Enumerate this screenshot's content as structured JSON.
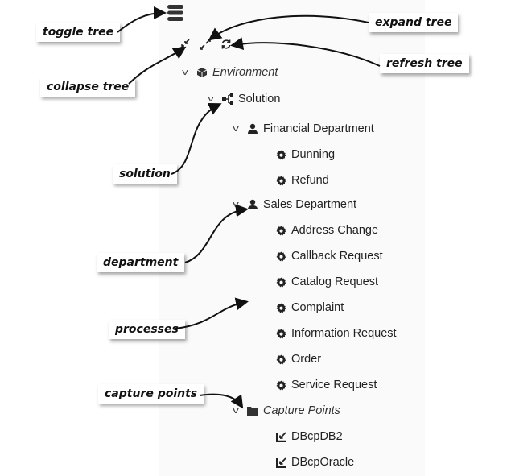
{
  "toolbar": {
    "toggle": "toggle-tree",
    "collapse": "collapse-tree",
    "expand": "expand-tree",
    "refresh": "refresh-tree"
  },
  "callouts": {
    "toggle_tree": "toggle tree",
    "collapse_tree": "collapse tree",
    "expand_tree": "expand tree",
    "refresh_tree": "refresh tree",
    "solution": "solution",
    "department": "department",
    "processes": "processes",
    "capture_points": "capture points"
  },
  "tree": {
    "environment": "Environment",
    "solution": "Solution",
    "financial": {
      "label": "Financial Department",
      "processes": [
        "Dunning",
        "Refund"
      ]
    },
    "sales": {
      "label": "Sales Department",
      "processes": [
        "Address Change",
        "Callback Request",
        "Catalog Request",
        "Complaint",
        "Information Request",
        "Order",
        "Service Request"
      ]
    },
    "capture_points": {
      "label": "Capture Points",
      "items": [
        "DBcpDB2",
        "DBcpOracle"
      ]
    }
  }
}
